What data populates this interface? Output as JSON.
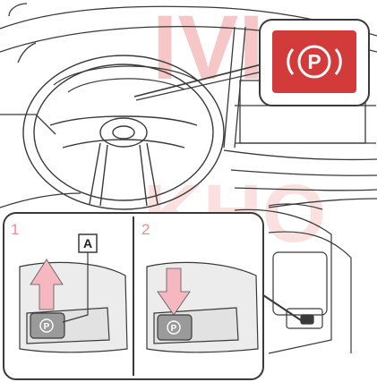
{
  "watermark": {
    "line1": "IVI",
    "line2": "KHO",
    "color": "#f29a9a"
  },
  "callout": {
    "symbol": "P",
    "background": "#d33b3b",
    "symbol_color": "#ffffff"
  },
  "steps": [
    {
      "number": "1",
      "arrow": "up",
      "arrow_color": "#f5b7c0",
      "label": "A"
    },
    {
      "number": "2",
      "arrow": "down",
      "arrow_color": "#f5b7c0"
    }
  ],
  "switch_symbol": "P",
  "colors": {
    "line": "#3a3a3a",
    "light_line": "#9a9a9a",
    "step_number": "#f08c8c"
  }
}
